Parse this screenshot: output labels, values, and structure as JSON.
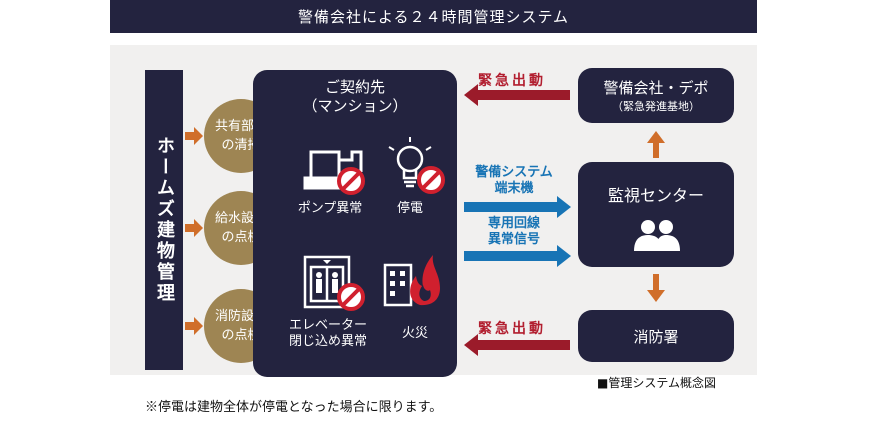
{
  "title": "警備会社による２４時間管理システム",
  "left_bar": "ホームズ建物管理",
  "services": [
    {
      "line1": "共有部分",
      "line2": "の清掃"
    },
    {
      "line1": "給水設備",
      "line2": "の点検"
    },
    {
      "line1": "消防設備",
      "line2": "の点検"
    }
  ],
  "center": {
    "title_line1": "ご契約先",
    "title_line2": "（マンション）",
    "items": [
      {
        "label": "ポンプ異常",
        "icon": "pump-icon"
      },
      {
        "label": "停電",
        "icon": "light-bulb-icon"
      },
      {
        "label_line1": "エレベーター",
        "label_line2": "閉じ込め異常",
        "icon": "elevator-icon"
      },
      {
        "label": "火災",
        "icon": "building-fire-icon"
      }
    ]
  },
  "security_company": {
    "name": "警備会社・デポ",
    "sub": "（緊急発進基地）"
  },
  "monitoring_center": {
    "name": "監視センター",
    "icon": "people-icon"
  },
  "fire_station": {
    "name": "消防署"
  },
  "arrows": {
    "emergency_top": "緊急出動",
    "emergency_bottom": "緊急出動",
    "signal1_line1": "警備システム",
    "signal1_line2": "端末機",
    "signal2_line1": "専用回線",
    "signal2_line2": "異常信号"
  },
  "note": "※停電は建物全体が停電となった場合に限ります。",
  "caption": "■管理システム概念図",
  "colors": {
    "navy": "#23233f",
    "gold": "#9e8553",
    "orange": "#d06e2a",
    "red": "#9b1b2a",
    "blue": "#1874b5",
    "prohibit": "#d0202e"
  }
}
